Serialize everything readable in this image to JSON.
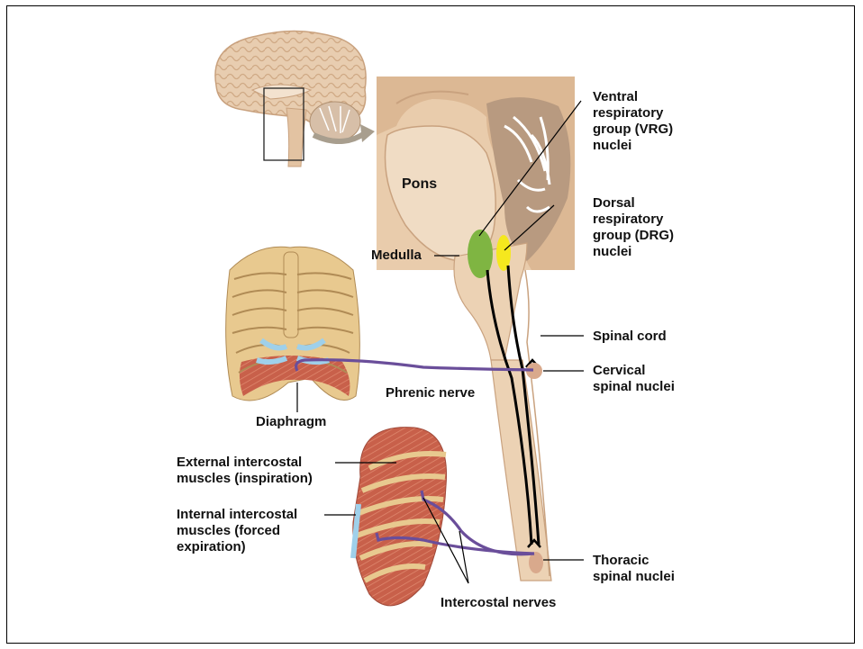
{
  "labels": {
    "vrg": "Ventral\nrespiratory\ngroup (VRG)\nnuclei",
    "drg": "Dorsal\nrespiratory\ngroup (DRG)\nnuclei",
    "pons": "Pons",
    "medulla": "Medulla",
    "spinal_cord": "Spinal cord",
    "cervical": "Cervical\nspinal nuclei",
    "phrenic": "Phrenic nerve",
    "diaphragm": "Diaphragm",
    "external_ic": "External intercostal\nmuscles (inspiration)",
    "internal_ic": "Internal intercostal\nmuscles (forced\nexpiration)",
    "thoracic": "Thoracic\nspinal nuclei",
    "intercostal_nerves": "Intercostal nerves"
  },
  "colors": {
    "brain_tissue": "#ecd2b4",
    "brain_dark": "#c9a27f",
    "cerebellum": "#b89a80",
    "vrg": "#7fb542",
    "drg": "#f5e81e",
    "nerve": "#6a4e9a",
    "pathway": "#000000",
    "bone": "#e8c98f",
    "cartilage": "#9fd0ea",
    "muscle": "#c8604a"
  }
}
